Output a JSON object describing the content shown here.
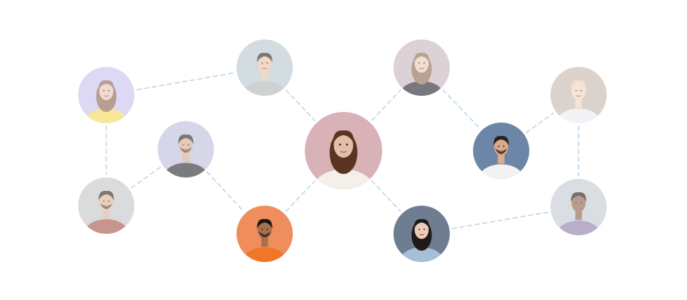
{
  "network": {
    "connection_color": "#bcd6ea",
    "nodes": [
      {
        "id": "center-woman",
        "role": "center",
        "skin": "#e4bfa8",
        "hair": "#5a3322",
        "shirt": "#f4efe9",
        "bg": "#d9b2b8",
        "faded": false
      },
      {
        "id": "woman-yellow-top",
        "role": "peer",
        "skin": "#e8c5b3",
        "hair": "#8a6350",
        "shirt": "#f4d95c",
        "bg": "#c9c3ee",
        "faded": true
      },
      {
        "id": "man-gray-shirt",
        "role": "peer",
        "skin": "#e6c2a5",
        "hair": "#2a2422",
        "shirt": "#b2b6b8",
        "bg": "#b9c7cf",
        "faded": true
      },
      {
        "id": "man-black-tee",
        "role": "peer",
        "skin": "#d8a98c",
        "hair": "#2d2521",
        "shirt": "#2b2b2e",
        "bg": "#bcc0dc",
        "faded": true
      },
      {
        "id": "man-flannel",
        "role": "peer",
        "skin": "#dcb394",
        "hair": "#2d2622",
        "shirt": "#a8554a",
        "bg": "#c4c6c8",
        "faded": true
      },
      {
        "id": "man-orange-jacket",
        "role": "peer",
        "skin": "#a8714e",
        "hair": "#1b1514",
        "shirt": "#f0762a",
        "bg": "#ef8e5c",
        "faded": false
      },
      {
        "id": "woman-long-hair",
        "role": "peer",
        "skin": "#ecc9b4",
        "hair": "#8e6a4f",
        "shirt": "#25272c",
        "bg": "#c8b6bd",
        "faded": true
      },
      {
        "id": "man-white-tee",
        "role": "peer",
        "skin": "#d9aa8b",
        "hair": "#2a201c",
        "shirt": "#f2f2f2",
        "bg": "#6c86a8",
        "faded": false
      },
      {
        "id": "man-blond",
        "role": "peer",
        "skin": "#f0d4c0",
        "hair": "#e7d2a8",
        "shirt": "#e9edf1",
        "bg": "#c6b8ac",
        "faded": true
      },
      {
        "id": "woman-denim",
        "role": "peer",
        "skin": "#ebcdb7",
        "hair": "#1f1a1a",
        "shirt": "#a6bfd6",
        "bg": "#6f7d91",
        "faded": false
      },
      {
        "id": "man-purple-shirt",
        "role": "peer",
        "skin": "#8e6248",
        "hair": "#1e1815",
        "shirt": "#8e7caa",
        "bg": "#c4cbd1",
        "faded": true
      }
    ],
    "connections": [
      [
        "woman-yellow-top",
        "man-gray-shirt"
      ],
      [
        "woman-yellow-top",
        "man-flannel"
      ],
      [
        "man-gray-shirt",
        "center-woman"
      ],
      [
        "man-flannel",
        "man-black-tee"
      ],
      [
        "man-black-tee",
        "man-orange-jacket"
      ],
      [
        "man-orange-jacket",
        "center-woman"
      ],
      [
        "center-woman",
        "woman-long-hair"
      ],
      [
        "center-woman",
        "woman-denim"
      ],
      [
        "woman-long-hair",
        "man-white-tee"
      ],
      [
        "man-white-tee",
        "man-blond"
      ],
      [
        "man-blond",
        "man-purple-shirt"
      ],
      [
        "woman-denim",
        "man-purple-shirt"
      ]
    ]
  }
}
